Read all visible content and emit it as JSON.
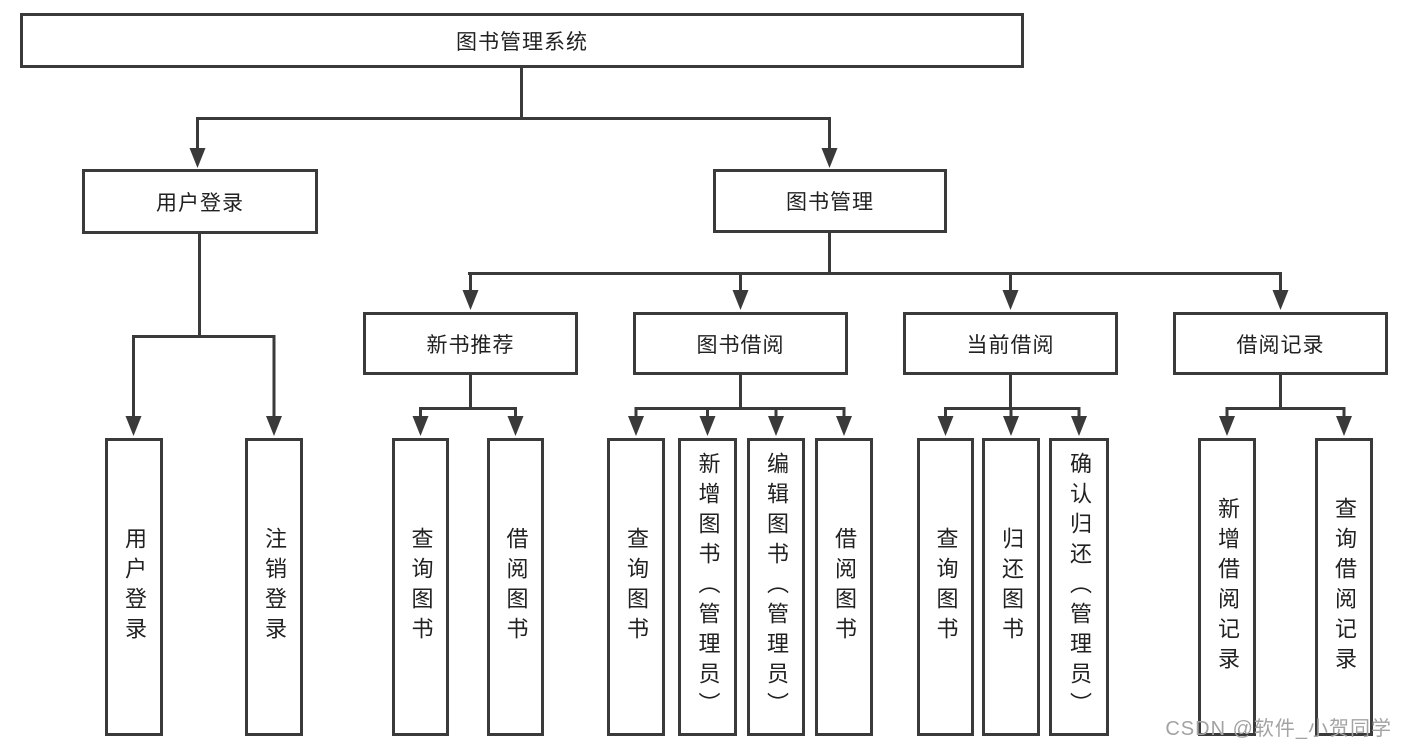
{
  "diagram": {
    "type": "tree",
    "root": {
      "label": "图书管理系统",
      "children": [
        {
          "label": "用户登录",
          "children": [
            {
              "label": "用户登录"
            },
            {
              "label": "注销登录"
            }
          ]
        },
        {
          "label": "图书管理",
          "children": [
            {
              "label": "新书推荐",
              "children": [
                {
                  "label": "查询图书"
                },
                {
                  "label": "借阅图书"
                }
              ]
            },
            {
              "label": "图书借阅",
              "children": [
                {
                  "label": "查询图书"
                },
                {
                  "label": "新增图书（管理员）"
                },
                {
                  "label": "编辑图书（管理员）"
                },
                {
                  "label": "借阅图书"
                }
              ]
            },
            {
              "label": "当前借阅",
              "children": [
                {
                  "label": "查询图书"
                },
                {
                  "label": "归还图书"
                },
                {
                  "label": "确认归还（管理员）"
                }
              ]
            },
            {
              "label": "借阅记录",
              "children": [
                {
                  "label": "新增借阅记录"
                },
                {
                  "label": "查询借阅记录"
                }
              ]
            }
          ]
        }
      ]
    }
  },
  "watermark": {
    "text": "CSDN @软件_小贺同学"
  },
  "colors": {
    "line": "#3a3a3a",
    "box_border": "#3a3a3a",
    "text": "#212121",
    "watermark": "#a3a3a3",
    "background": "#ffffff"
  }
}
